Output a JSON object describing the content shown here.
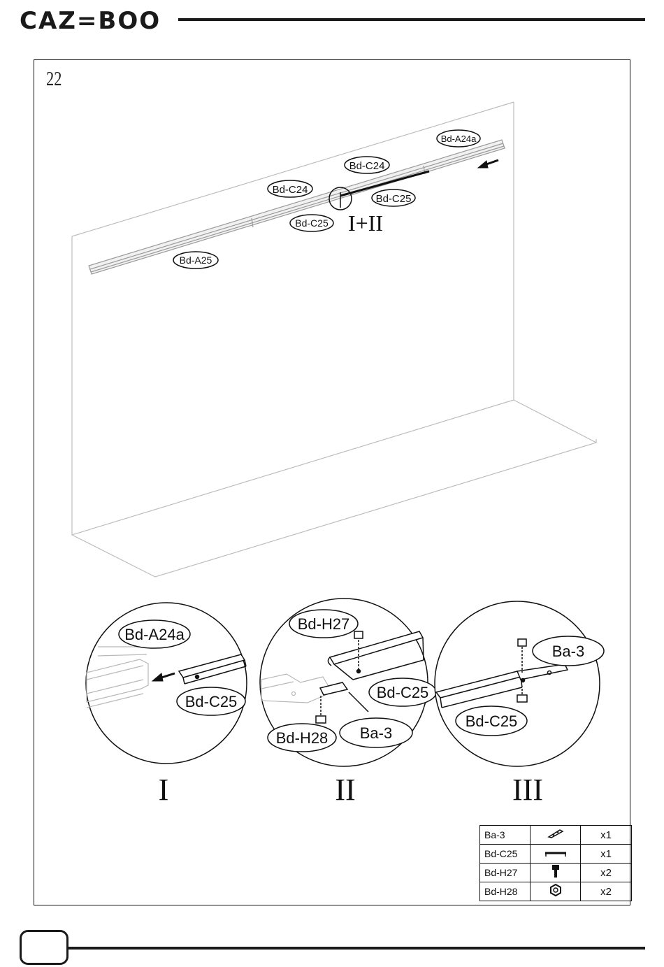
{
  "header": {
    "brand": "CAZ=BOO"
  },
  "step_number": "22",
  "main_labels": {
    "bd_a24a": "Bd-A24a",
    "bd_c24_top": "Bd-C24",
    "bd_c24_mid": "Bd-C24",
    "bd_c25_right": "Bd-C25",
    "bd_c25_left": "Bd-C25",
    "bd_a25": "Bd-A25",
    "detail_ref": "I+II"
  },
  "details": [
    {
      "roman": "I",
      "labels": [
        "Bd-A24a",
        "Bd-C25"
      ]
    },
    {
      "roman": "II",
      "labels": [
        "Bd-H27",
        "Bd-C25",
        "Bd-H28",
        "Ba-3"
      ]
    },
    {
      "roman": "III",
      "labels": [
        "Ba-3",
        "Bd-C25"
      ]
    }
  ],
  "parts_table": [
    {
      "code": "Ba-3",
      "icon": "connector-plate-icon",
      "qty": "x1"
    },
    {
      "code": "Bd-C25",
      "icon": "bracket-icon",
      "qty": "x1"
    },
    {
      "code": "Bd-H27",
      "icon": "bolt-icon",
      "qty": "x2"
    },
    {
      "code": "Bd-H28",
      "icon": "nut-icon",
      "qty": "x2"
    }
  ],
  "footer": {
    "page_number": ""
  }
}
